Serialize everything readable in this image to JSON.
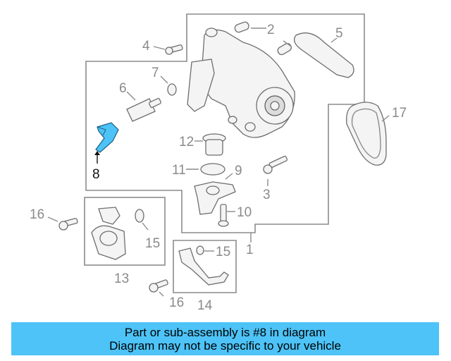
{
  "diagram": {
    "callouts": [
      {
        "id": "c1",
        "label": "1"
      },
      {
        "id": "c2",
        "label": "2"
      },
      {
        "id": "c3",
        "label": "3"
      },
      {
        "id": "c4",
        "label": "4"
      },
      {
        "id": "c5",
        "label": "5"
      },
      {
        "id": "c6",
        "label": "6"
      },
      {
        "id": "c7",
        "label": "7"
      },
      {
        "id": "c8",
        "label": "8"
      },
      {
        "id": "c9",
        "label": "9"
      },
      {
        "id": "c10",
        "label": "10"
      },
      {
        "id": "c11",
        "label": "11"
      },
      {
        "id": "c12",
        "label": "12"
      },
      {
        "id": "c13",
        "label": "13"
      },
      {
        "id": "c14",
        "label": "14"
      },
      {
        "id": "c15a",
        "label": "15"
      },
      {
        "id": "c15b",
        "label": "15"
      },
      {
        "id": "c16a",
        "label": "16"
      },
      {
        "id": "c16b",
        "label": "16"
      },
      {
        "id": "c17",
        "label": "17"
      }
    ],
    "highlight_color": "#4dc3f7"
  },
  "banner": {
    "line1": "Part or sub-assembly is #8 in diagram",
    "line2": "Diagram may not be specific to your vehicle",
    "color": "#4dc3f7"
  }
}
